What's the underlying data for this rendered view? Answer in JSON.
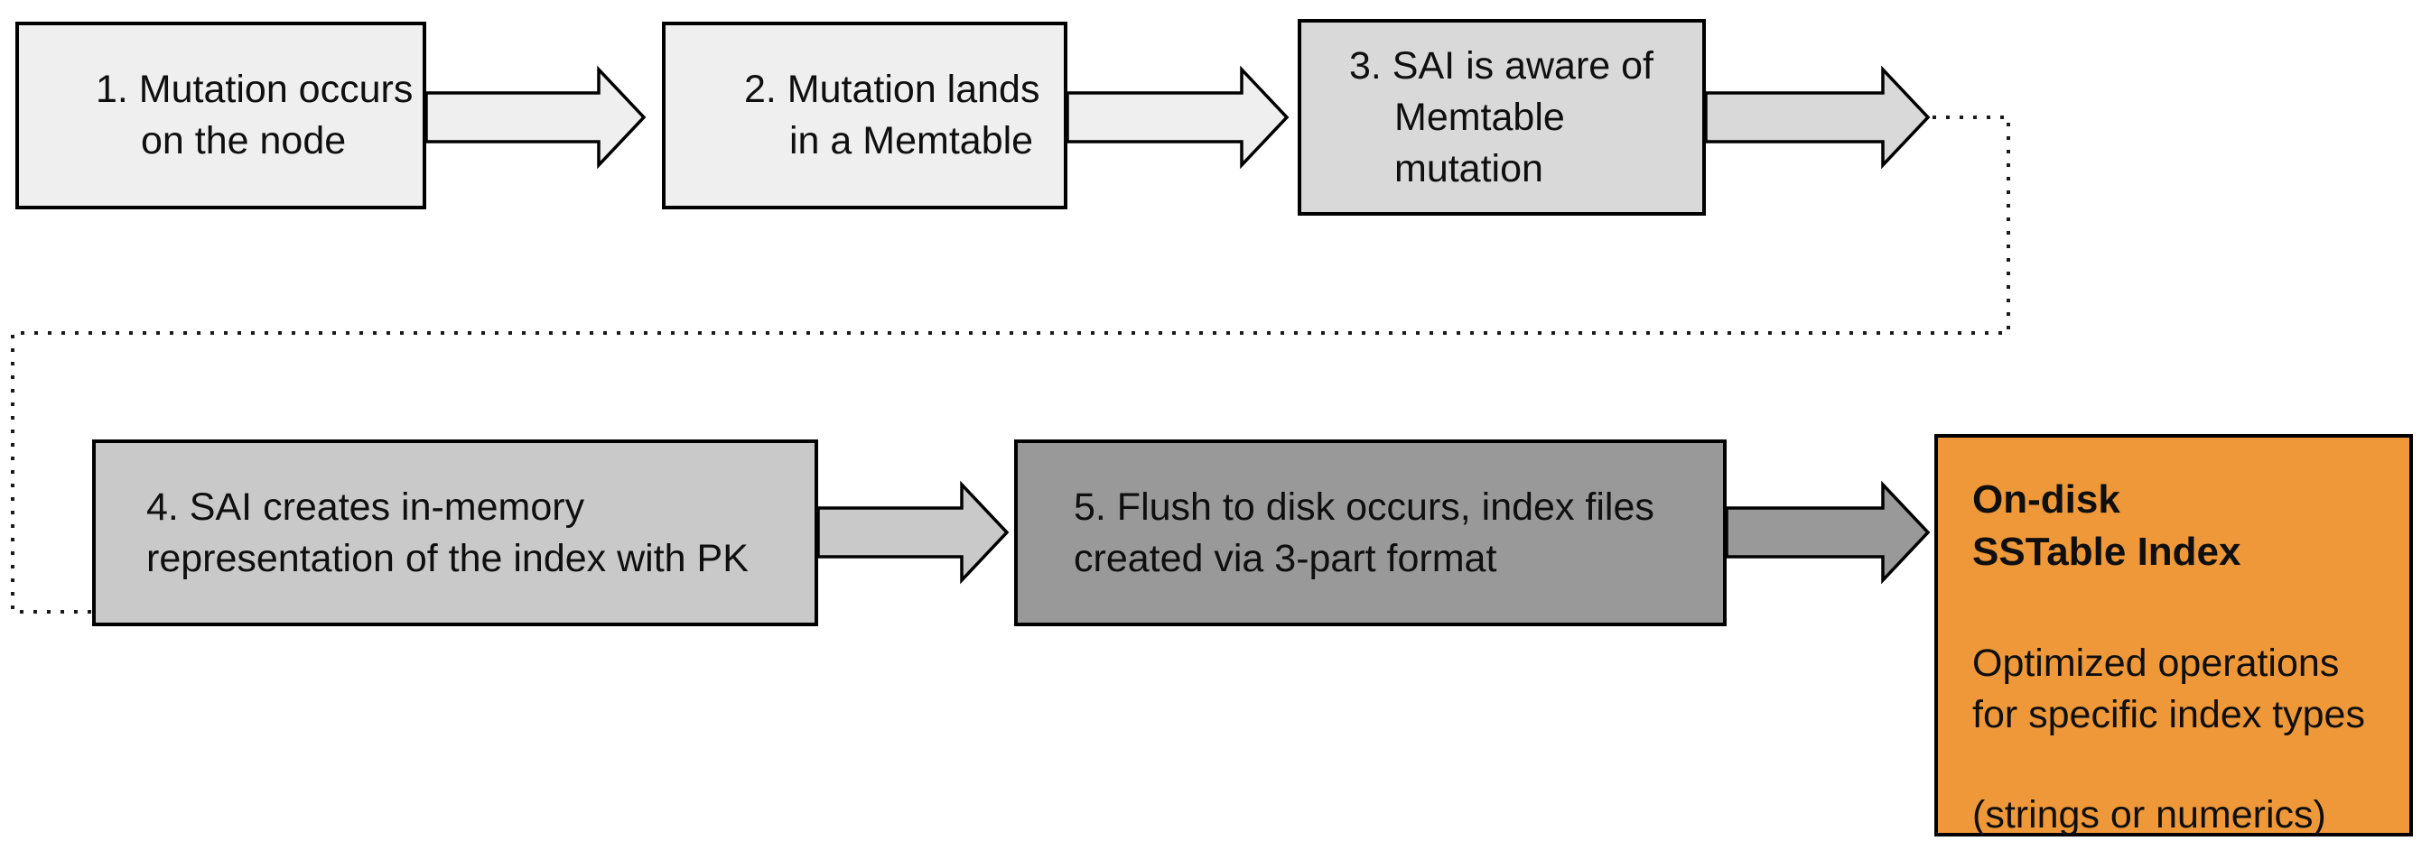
{
  "diagram": {
    "background": "#ffffff",
    "border_color": "#000000",
    "connector_color": "#1b1b1b",
    "steps": [
      {
        "label": "1. Mutation occurs\non the node",
        "fill": "#efefef"
      },
      {
        "label": "2. Mutation lands\nin a Memtable",
        "fill": "#efefef"
      },
      {
        "label": "3. SAI is aware of\nMemtable\nmutation",
        "fill": "#d9d9d9"
      },
      {
        "label": "4. SAI creates in-memory\nrepresentation of the index with PK",
        "fill": "#c9c9c9"
      },
      {
        "label": "5. Flush to disk occurs, index files\ncreated via 3-part format",
        "fill": "#999999"
      }
    ],
    "arrows": [
      {
        "fill": "#efefef"
      },
      {
        "fill": "#efefef"
      },
      {
        "fill": "#d9d9d9"
      },
      {
        "fill": "#c9c9c9"
      },
      {
        "fill": "#999999"
      }
    ],
    "result_box": {
      "title": "On-disk\nSSTable Index",
      "body": "Optimized operations\nfor specific index types",
      "note": "(strings or numerics)",
      "fill": "#ef9839"
    }
  }
}
